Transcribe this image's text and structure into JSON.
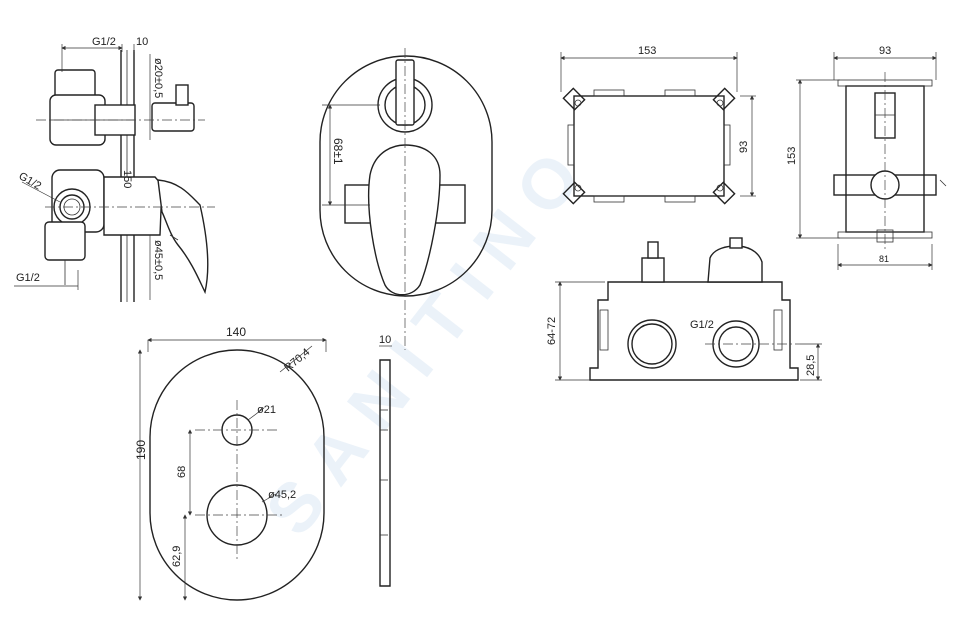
{
  "watermark": "SANITINO",
  "side_view": {
    "thread_top": "G1/2",
    "depth": "10",
    "dia_top": "ø20±0,5",
    "height": "150",
    "thread_left": "G1/2",
    "dia_bottom": "ø45±0,5",
    "thread_bottom": "G1/2"
  },
  "front_view": {
    "spacing": "68±1"
  },
  "plate_front": {
    "width": "140",
    "radius": "R70,4",
    "height": "190",
    "dia_small": "ø21",
    "spacing": "68",
    "dia_large": "ø45,2",
    "offset": "62,9"
  },
  "plate_side": {
    "thickness": "10"
  },
  "box_top": {
    "width": "153",
    "height": "93"
  },
  "box_side": {
    "width": "93",
    "height": "153",
    "inner": "81"
  },
  "box_front": {
    "depth": "64-72",
    "thread": "G1/2",
    "offset": "28,5"
  }
}
